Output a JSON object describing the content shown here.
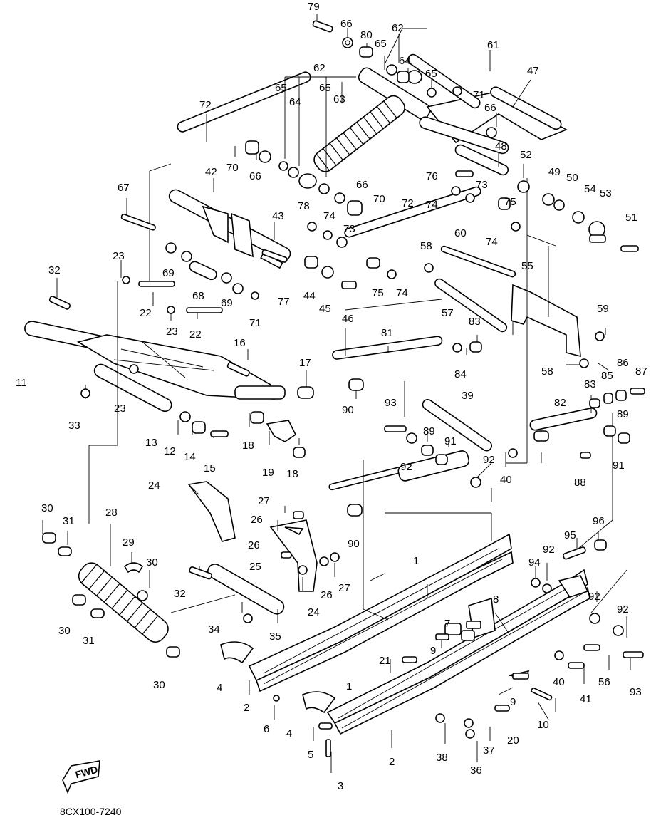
{
  "diagram_code": "8CX100-7240",
  "fwd_label": "FWD",
  "callouts": [
    "1",
    "2",
    "3",
    "4",
    "5",
    "6",
    "7",
    "8",
    "9",
    "10",
    "11",
    "12",
    "13",
    "14",
    "15",
    "16",
    "17",
    "18",
    "19",
    "20",
    "21",
    "22",
    "23",
    "24",
    "25",
    "26",
    "27",
    "28",
    "29",
    "30",
    "31",
    "32",
    "33",
    "34",
    "35",
    "36",
    "37",
    "38",
    "39",
    "40",
    "41",
    "42",
    "43",
    "44",
    "45",
    "46",
    "47",
    "48",
    "49",
    "50",
    "51",
    "52",
    "53",
    "54",
    "55",
    "56",
    "57",
    "58",
    "59",
    "60",
    "61",
    "62",
    "63",
    "64",
    "65",
    "66",
    "67",
    "68",
    "69",
    "70",
    "71",
    "72",
    "73",
    "74",
    "75",
    "76",
    "77",
    "78",
    "79",
    "80",
    "81",
    "82",
    "83",
    "84",
    "85",
    "86",
    "87",
    "88",
    "89",
    "90",
    "91",
    "92",
    "93",
    "94",
    "95",
    "96"
  ]
}
